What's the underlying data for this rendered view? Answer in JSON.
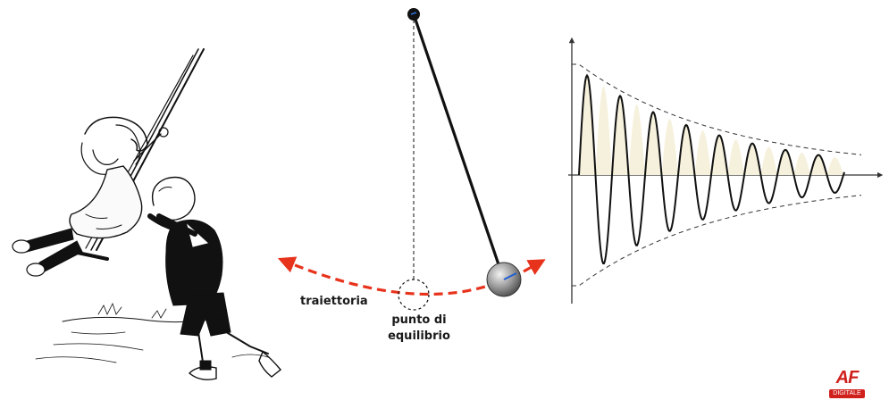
{
  "labels": {
    "trajectory": "traiettoria",
    "equilibrium_line1": "punto di",
    "equilibrium_line2": "equilibrio"
  },
  "logo": {
    "mark": "AF",
    "sub": "DIGITALE"
  },
  "colors": {
    "trajectory": "#e8331c",
    "ink": "#111111",
    "bob": "#8a8a8a",
    "envelope_fill": "#f6f1dc",
    "vector": "#1e5fd6",
    "brand": "#d0201c"
  },
  "icons": [
    "swing-illustration",
    "pendulum-bob-icon",
    "pivot-icon",
    "damped-oscillation-graph"
  ]
}
